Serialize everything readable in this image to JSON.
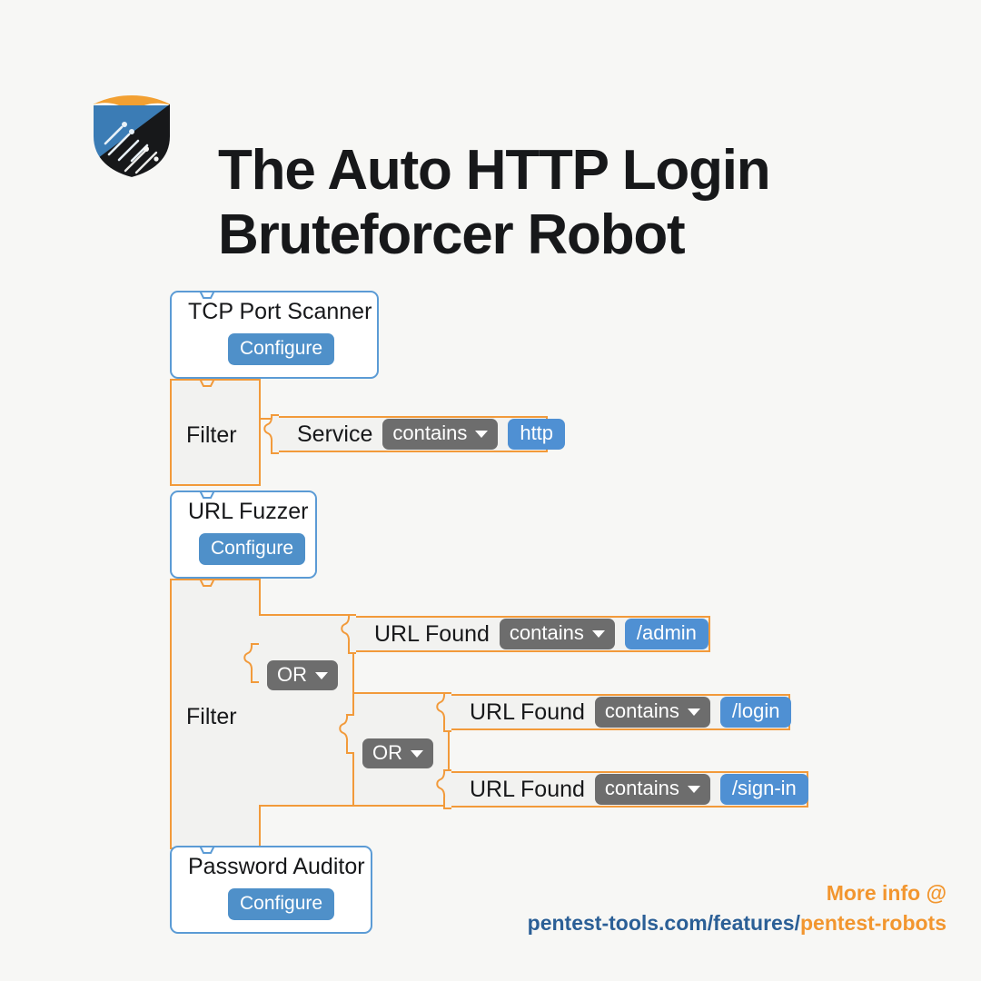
{
  "header": {
    "logo_icon": "shield-logo-icon",
    "title_line_1": "The Auto HTTP Login",
    "title_line_2": "Bruteforcer Robot"
  },
  "colors": {
    "background": "#f7f7f5",
    "title_text": "#17181a",
    "tool_block_border": "#5b9bd5",
    "tool_block_fill": "#ffffff",
    "filter_block_border": "#f29a3a",
    "filter_block_fill": "#f2f2f0",
    "configure_button": "#4f90c9",
    "dropdown": "#6d6d6d",
    "value_pill": "#4f90d3",
    "footer_accent": "#f2962f",
    "footer_url_base": "#2b5f96"
  },
  "workflow": {
    "steps": [
      {
        "kind": "tool",
        "name": "tcp-port-scanner",
        "title": "TCP Port Scanner",
        "button_label": "Configure"
      },
      {
        "kind": "filter",
        "name": "filter-service",
        "label": "Filter",
        "conditions": [
          {
            "field": "Service",
            "operator": "contains",
            "value": "http"
          }
        ]
      },
      {
        "kind": "tool",
        "name": "url-fuzzer",
        "title": "URL Fuzzer",
        "button_label": "Configure"
      },
      {
        "kind": "filter",
        "name": "filter-url-found",
        "label": "Filter",
        "logic_operators": [
          "OR",
          "OR"
        ],
        "conditions": [
          {
            "field": "URL Found",
            "operator": "contains",
            "value": "/admin"
          },
          {
            "field": "URL Found",
            "operator": "contains",
            "value": "/login"
          },
          {
            "field": "URL Found",
            "operator": "contains",
            "value": "/sign-in"
          }
        ]
      },
      {
        "kind": "tool",
        "name": "password-auditor",
        "title": "Password Auditor",
        "button_label": "Configure"
      }
    ]
  },
  "footer": {
    "more_info": "More info @",
    "url_base": "pentest-tools.com/features/",
    "url_accent": "pentest-robots"
  }
}
